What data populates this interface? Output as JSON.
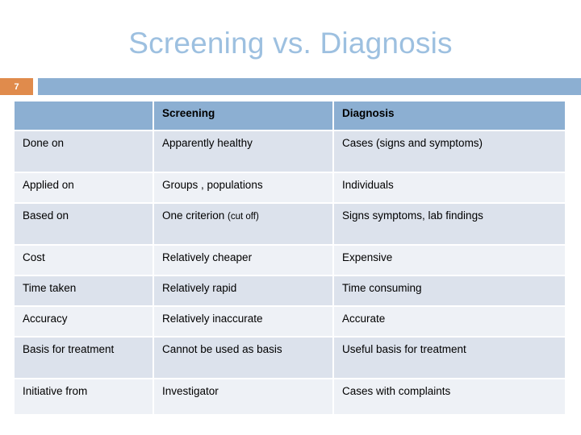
{
  "slide": {
    "title": "Screening vs. Diagnosis",
    "slide_number": "7",
    "accent_orange": "#e08b4c",
    "accent_blue": "#8cafd2",
    "title_color": "#9dc0e0",
    "row_shade_dark": "#dce2ec",
    "row_shade_light": "#eef1f6"
  },
  "table": {
    "headers": {
      "corner": "",
      "col1": "Screening",
      "col2": "Diagnosis"
    },
    "rows": [
      {
        "label": "Done on",
        "screening": "Apparently healthy",
        "screening_note": "",
        "diagnosis": "Cases (signs and symptoms)"
      },
      {
        "label": "Applied on",
        "screening": "Groups , populations",
        "screening_note": "",
        "diagnosis": "Individuals"
      },
      {
        "label": "Based on",
        "screening": "One criterion ",
        "screening_note": "(cut off)",
        "diagnosis": "Signs symptoms, lab findings"
      },
      {
        "label": "Cost",
        "screening": "Relatively cheaper",
        "screening_note": "",
        "diagnosis": "Expensive"
      },
      {
        "label": "Time taken",
        "screening": "Relatively rapid",
        "screening_note": "",
        "diagnosis": "Time consuming"
      },
      {
        "label": "Accuracy",
        "screening": "Relatively inaccurate",
        "screening_note": "",
        "diagnosis": "Accurate"
      },
      {
        "label": "Basis for treatment",
        "screening": "Cannot be used as basis",
        "screening_note": "",
        "diagnosis": "Useful basis for treatment"
      },
      {
        "label": "Initiative from",
        "screening": "Investigator",
        "screening_note": "",
        "diagnosis": "Cases with complaints"
      }
    ]
  }
}
